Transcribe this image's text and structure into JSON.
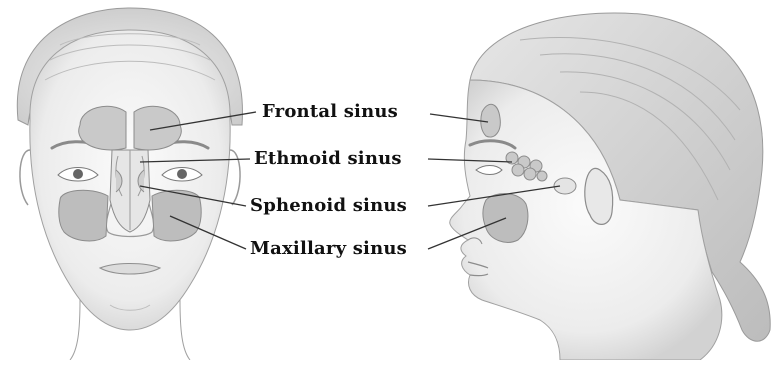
{
  "labels": {
    "frontal": "Frontal sinus",
    "ethmoid": "Ethmoid sinus",
    "sphenoid": "Sphenoid sinus",
    "maxillary": "Maxillary sinus"
  },
  "colors": {
    "background": "#ffffff",
    "skin_light": "#f4f4f4",
    "skin_shade": "#d9d9d9",
    "sinus_fill": "#bdbdbd",
    "outline": "#8c8c8c",
    "leader_line": "#333333",
    "label_text": "#111111"
  }
}
